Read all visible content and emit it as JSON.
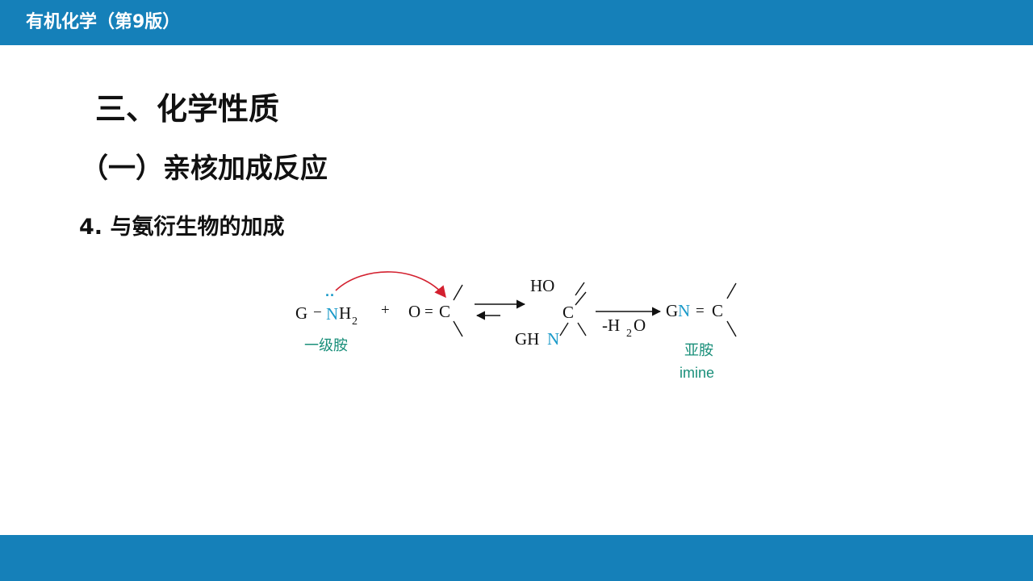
{
  "header": {
    "title": "有机化学（第9版）",
    "bar_color": "#1580b9"
  },
  "slide": {
    "heading": "三、化学性质",
    "subheading": "（一）亲核加成反应",
    "section": "4. 与氨衍生物的加成"
  },
  "scheme": {
    "amine": {
      "group": "G",
      "bond": "−",
      "nitrogen": "N",
      "hydrogen": "H",
      "subscript": "2",
      "lone_pair": "··",
      "label": "一级胺"
    },
    "plus": "+",
    "carbonyl": {
      "oxygen": "O",
      "double_bond": "=",
      "carbon": "C"
    },
    "intermediate": {
      "hydroxyl": "HO",
      "carbon": "C",
      "amine_prefix": "GH",
      "nitrogen": "N"
    },
    "condition": {
      "minus": "-H",
      "subscript": "2",
      "oxygen": "O"
    },
    "product": {
      "group": "G",
      "nitrogen": "N",
      "double_bond": "=",
      "carbon": "C",
      "label_cn": "亚胺",
      "label_en": "imine"
    },
    "colors": {
      "nitrogen": "#1a9ac9",
      "label": "#1a8f7a",
      "attack_arrow": "#d3202f",
      "text": "#111111"
    }
  }
}
